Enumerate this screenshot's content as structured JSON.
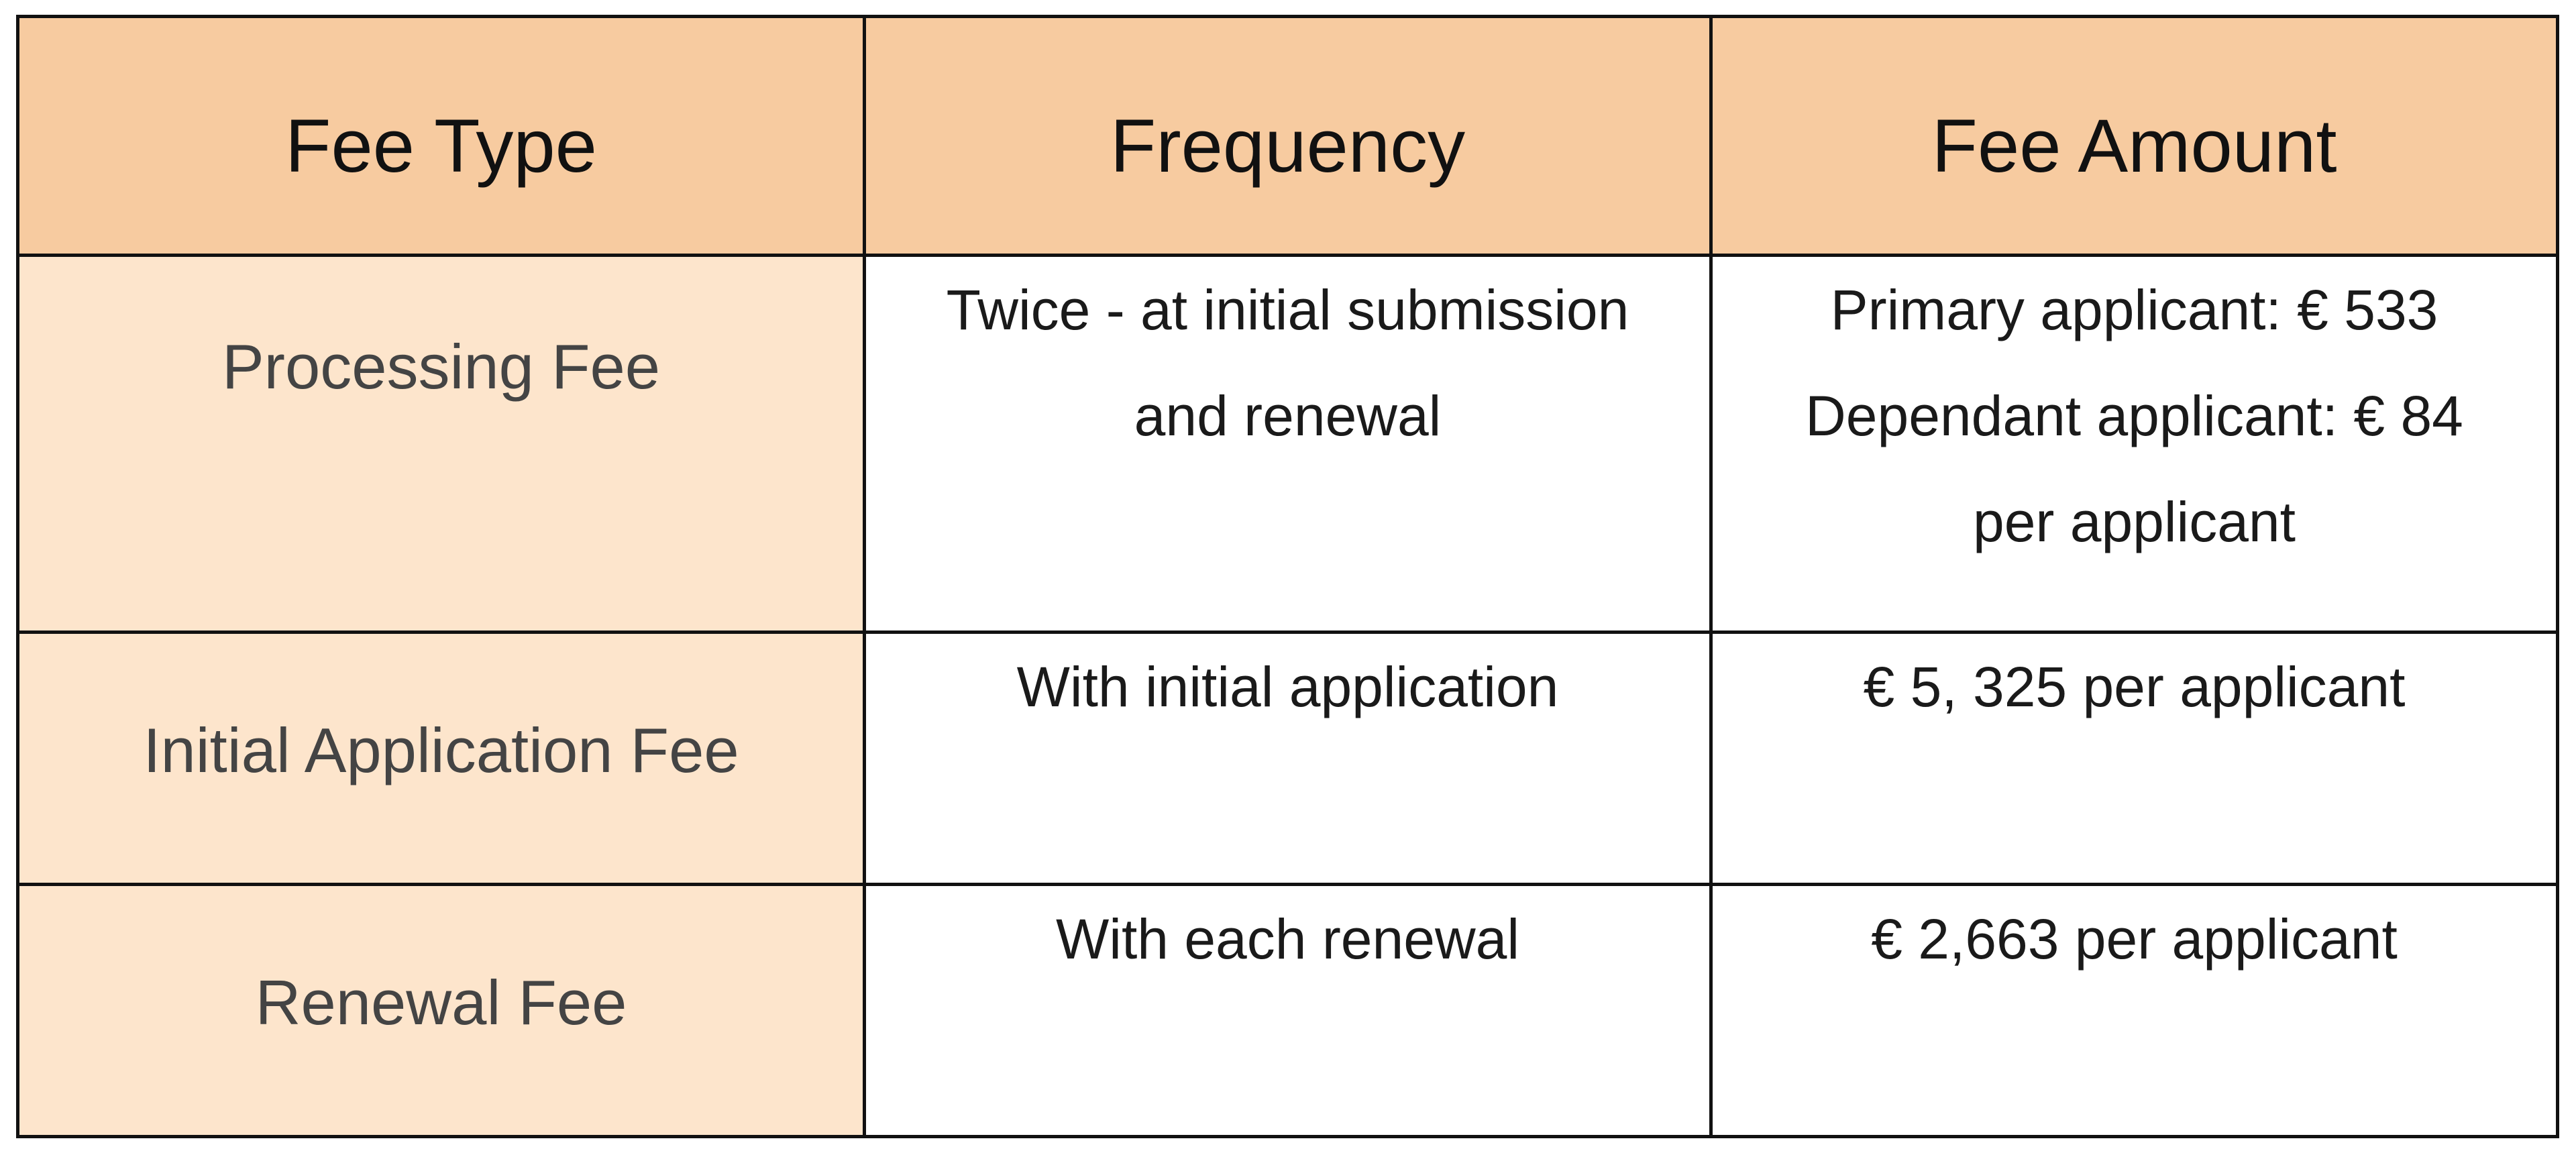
{
  "table": {
    "headers": [
      "Fee Type",
      "Frequency",
      "Fee Amount"
    ],
    "rows": [
      {
        "fee_type": "Processing Fee",
        "frequency": [
          "Twice - at initial submission",
          "and renewal"
        ],
        "amount": [
          "Primary applicant: € 533",
          "Dependant applicant: € 84",
          "per applicant"
        ]
      },
      {
        "fee_type": "Initial Application Fee",
        "frequency": [
          "With initial application"
        ],
        "amount": [
          "€ 5, 325 per applicant"
        ]
      },
      {
        "fee_type": "Renewal Fee",
        "frequency": [
          "With each renewal"
        ],
        "amount": [
          "€ 2,663 per applicant"
        ]
      }
    ]
  },
  "colors": {
    "header_bg": "#f7cba0",
    "first_column_bg": "#fde5cc",
    "border": "#111111"
  }
}
